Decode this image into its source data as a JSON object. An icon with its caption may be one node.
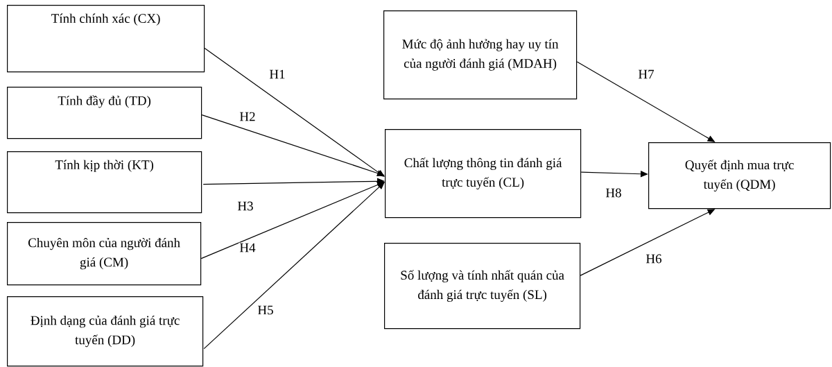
{
  "diagram": {
    "nodes": [
      {
        "text": [
          "Tính chính xác (CX)"
        ]
      },
      {
        "text": [
          "Tính đầy đủ (TD)"
        ]
      },
      {
        "text": [
          "Tính kịp thời (KT)"
        ]
      },
      {
        "text": [
          "Chuyên môn của người đánh giá (CM)"
        ]
      },
      {
        "text": [
          "Định dạng của đánh giá trực tuyến (DD)"
        ]
      },
      {
        "text": [
          "Mức độ ảnh hưởng hay uy tín của người đánh giá (MDAH)"
        ]
      },
      {
        "text": [
          "Chất lượng thông tin đánh giá trực tuyến (CL)"
        ]
      },
      {
        "text": [
          "Số lượng và tính nhất quán của đánh giá trực tuyến (SL)"
        ]
      },
      {
        "text": [
          "Quyết định mua trực tuyến (QDM)"
        ]
      }
    ],
    "edges": [
      {
        "from": 0,
        "to": 6,
        "arrow": "to",
        "label": "H1"
      },
      {
        "from": 1,
        "to": 6,
        "arrow": "to",
        "label": "H2"
      },
      {
        "from": 2,
        "to": 6,
        "arrow": "to",
        "label": "H3"
      },
      {
        "from": 3,
        "to": 6,
        "arrow": "to",
        "label": "H4"
      },
      {
        "from": 4,
        "to": 6,
        "arrow": "to",
        "label": "H5"
      },
      {
        "from": 5,
        "to": 8,
        "arrow": "to",
        "label": "H7"
      },
      {
        "from": 6,
        "to": 8,
        "arrow": "to",
        "label": "H8"
      },
      {
        "from": 7,
        "to": 8,
        "arrow": "to",
        "label": "H6"
      }
    ]
  }
}
